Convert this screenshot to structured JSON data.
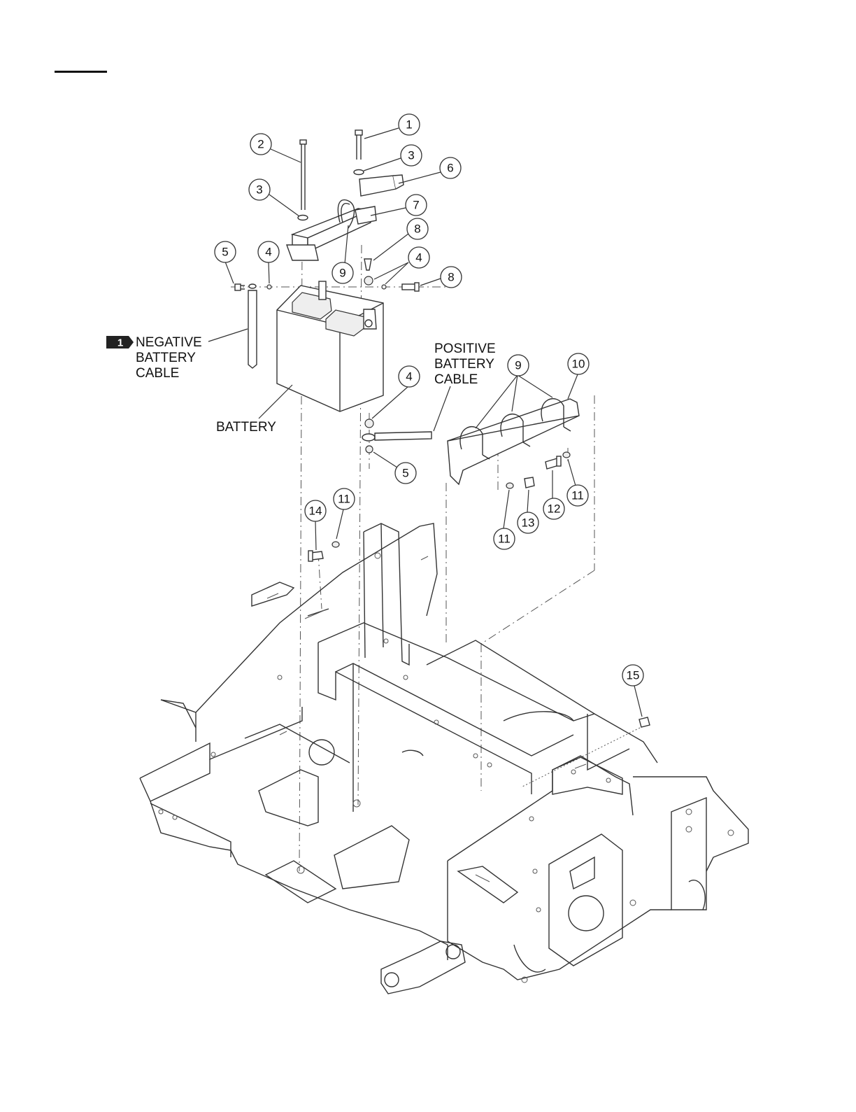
{
  "callouts": [
    {
      "num": "1"
    },
    {
      "num": "2"
    },
    {
      "num": "3"
    },
    {
      "num": "6"
    },
    {
      "num": "3"
    },
    {
      "num": "7"
    },
    {
      "num": "8"
    },
    {
      "num": "5"
    },
    {
      "num": "4"
    },
    {
      "num": "9"
    },
    {
      "num": "4"
    },
    {
      "num": "8"
    },
    {
      "num": "4"
    },
    {
      "num": "9"
    },
    {
      "num": "10"
    },
    {
      "num": "5"
    },
    {
      "num": "11"
    },
    {
      "num": "14"
    },
    {
      "num": "12"
    },
    {
      "num": "11"
    },
    {
      "num": "13"
    },
    {
      "num": "11"
    },
    {
      "num": "15"
    }
  ],
  "labels": {
    "negative_badge": "1",
    "negative_line1": "NEGATIVE",
    "negative_line2": "BATTERY",
    "negative_line3": "CABLE",
    "positive_line1": "POSITIVE",
    "positive_line2": "BATTERY",
    "positive_line3": "CABLE",
    "battery": "BATTERY"
  }
}
